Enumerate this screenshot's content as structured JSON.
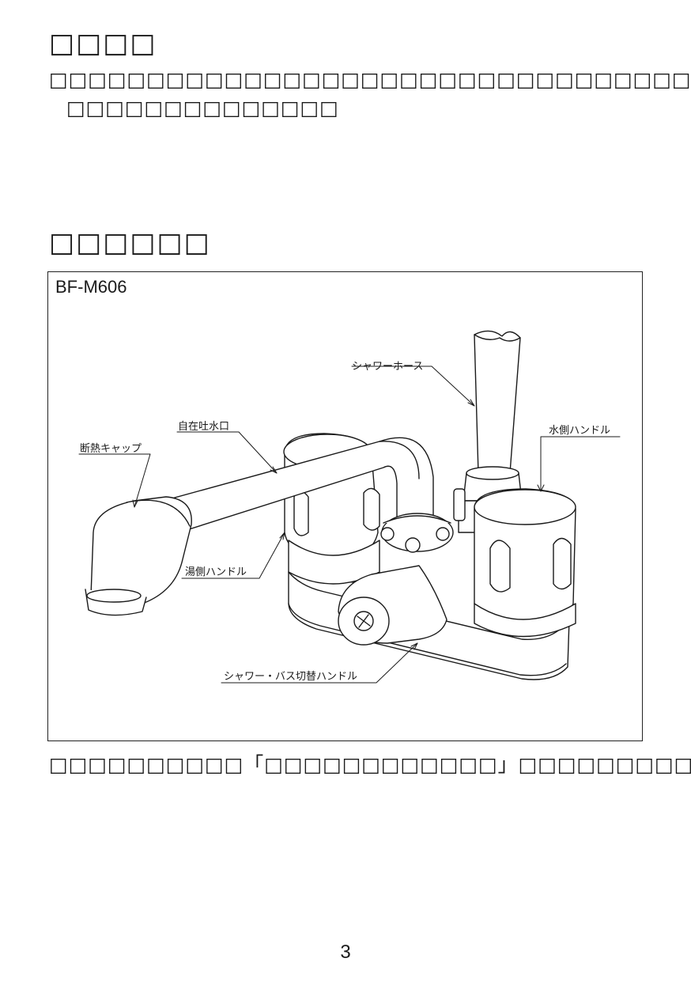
{
  "section1": {
    "heading": "□□□□",
    "line1": "□□□□□□□□□□□□□□□□□□□□□□□□□□□□□□□□□□",
    "line2": "□□□□□□□□□□□□□□"
  },
  "section2": {
    "heading": "□□□□□□"
  },
  "diagram": {
    "model": "BF-M606",
    "labels": {
      "shower_hose": "シャワーホース",
      "spout": "自在吐水口",
      "cap": "断熱キャップ",
      "cold_handle": "水側ハンドル",
      "hot_handle": "湯側ハンドル",
      "switch_handle": "シャワー・バス切替ハンドル"
    }
  },
  "note": "□□□□□□□□□□「□□□□□□□□□□□□」□□□□□□□□□",
  "page_number": "3"
}
